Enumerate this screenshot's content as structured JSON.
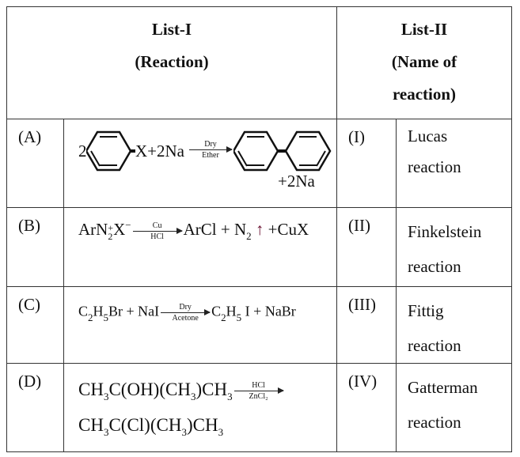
{
  "header": {
    "list1_title": "List-I",
    "list1_sub": "(Reaction)",
    "list2_title": "List-II",
    "list2_sub1": "(Name of",
    "list2_sub2": "reaction)"
  },
  "rows": [
    {
      "label": "(A)",
      "roman": "(I)",
      "name1": "Lucas",
      "name2": "reaction",
      "reaction": {
        "coef": "2",
        "left": "X+2Na",
        "arrow_top": "Dry",
        "arrow_bottom": "Ether",
        "right": "+2Na"
      }
    },
    {
      "label": "(B)",
      "roman": "(II)",
      "name1": "Finkelstein",
      "name2": "reaction",
      "reaction": {
        "left": [
          "ArN",
          {
            "sub": "2",
            "sup": "+"
          },
          "X",
          {
            "sup": "−"
          }
        ],
        "arrow_top": "Cu",
        "arrow_bottom": "HCl",
        "right": [
          "ArCl + N",
          {
            "sub": "2"
          },
          " ",
          {
            "up": "↑"
          },
          " +CuX"
        ]
      }
    },
    {
      "label": "(C)",
      "roman": "(III)",
      "name1": "Fittig",
      "name2": "reaction",
      "reaction": {
        "left": [
          "C",
          {
            "sub": "2"
          },
          "H",
          {
            "sub": "5"
          },
          "Br + NaI"
        ],
        "arrow_top": "Dry",
        "arrow_bottom": "Acetone",
        "right": [
          "C",
          {
            "sub": "2"
          },
          "H",
          {
            "sub": "5"
          },
          " I + NaBr"
        ]
      }
    },
    {
      "label": "(D)",
      "roman": "(IV)",
      "name1": "Gatterman",
      "name2": "reaction",
      "reaction": {
        "left": [
          "CH",
          {
            "sub": "3"
          },
          "C(OH)(CH",
          {
            "sub": "3"
          },
          ")CH",
          {
            "sub": "3"
          }
        ],
        "arrow_top": "HCl",
        "arrow_bottom": "ZnCl₂",
        "right": [
          "CH",
          {
            "sub": "3"
          },
          "C(Cl)(CH",
          {
            "sub": "3"
          },
          ")CH",
          {
            "sub": "3"
          }
        ]
      }
    }
  ]
}
